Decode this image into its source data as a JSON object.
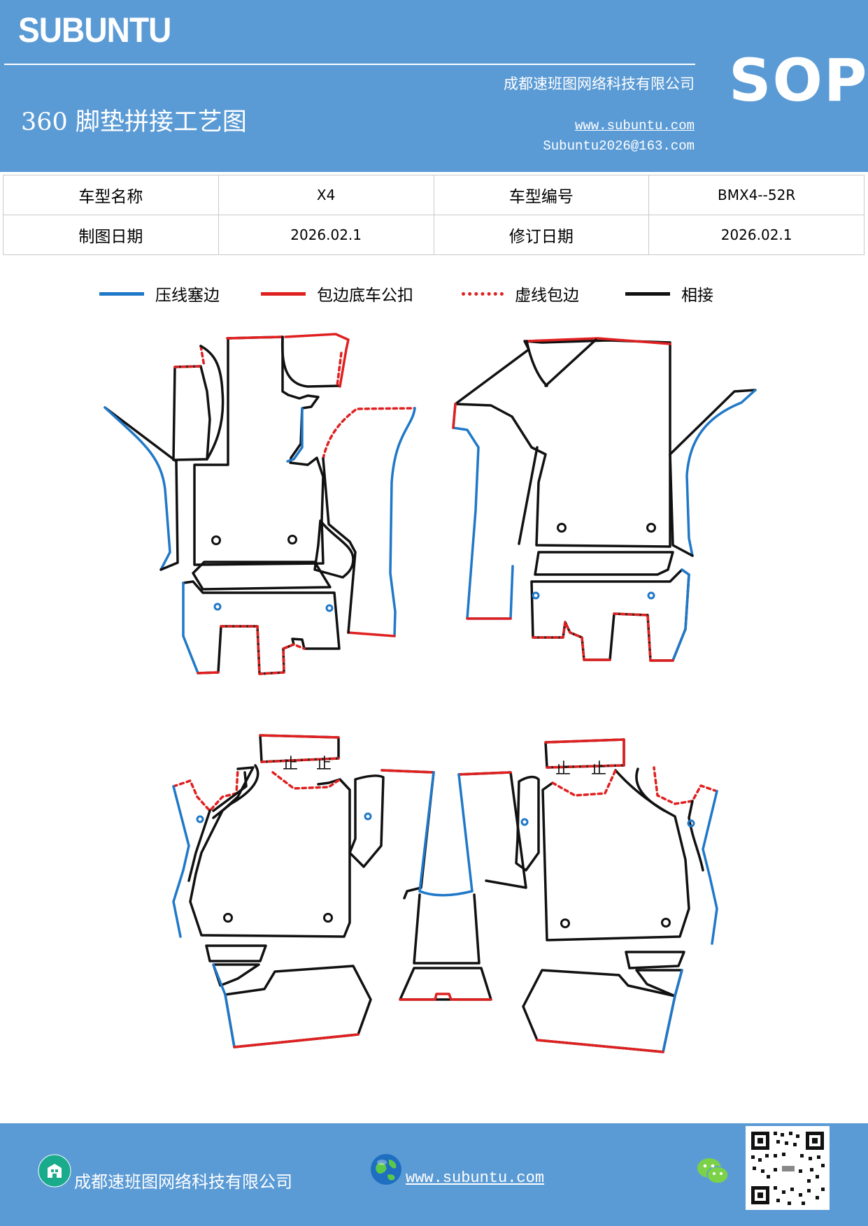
{
  "header": {
    "logo": "SUBUNTU",
    "doc_type": "SOP",
    "company": "成都速班图网络科技有限公司",
    "title": "360 脚垫拼接工艺图",
    "website": "www.subuntu.com",
    "email": "Subuntu2026@163.com"
  },
  "info_table": {
    "model_name_label": "车型名称",
    "model_name_value": "X4",
    "model_code_label": "车型编号",
    "model_code_value": "BMX4--52R",
    "draw_date_label": "制图日期",
    "draw_date_value": "2026.02.1",
    "revise_date_label": "修订日期",
    "revise_date_value": "2026.02.1"
  },
  "legend": [
    {
      "label": "压线塞边",
      "color": "#1f78c8",
      "style": "solid"
    },
    {
      "label": "包边底车公扣",
      "color": "#e02020",
      "style": "solid"
    },
    {
      "label": "虚线包边",
      "color": "#e02020",
      "style": "dotted"
    },
    {
      "label": "相接",
      "color": "#000000",
      "style": "solid"
    }
  ],
  "colors": {
    "header_bg": "#5b9bd5",
    "blue_edge": "#1f78c8",
    "red_edge": "#e02020",
    "black_edge": "#111111"
  },
  "footer": {
    "company": "成都速班图网络科技有限公司",
    "website": "www.subuntu.com",
    "company_icon": "building-icon",
    "web_icon": "globe-icon",
    "wechat_icon": "wechat-icon",
    "qr_icon": "qr-code-icon"
  }
}
